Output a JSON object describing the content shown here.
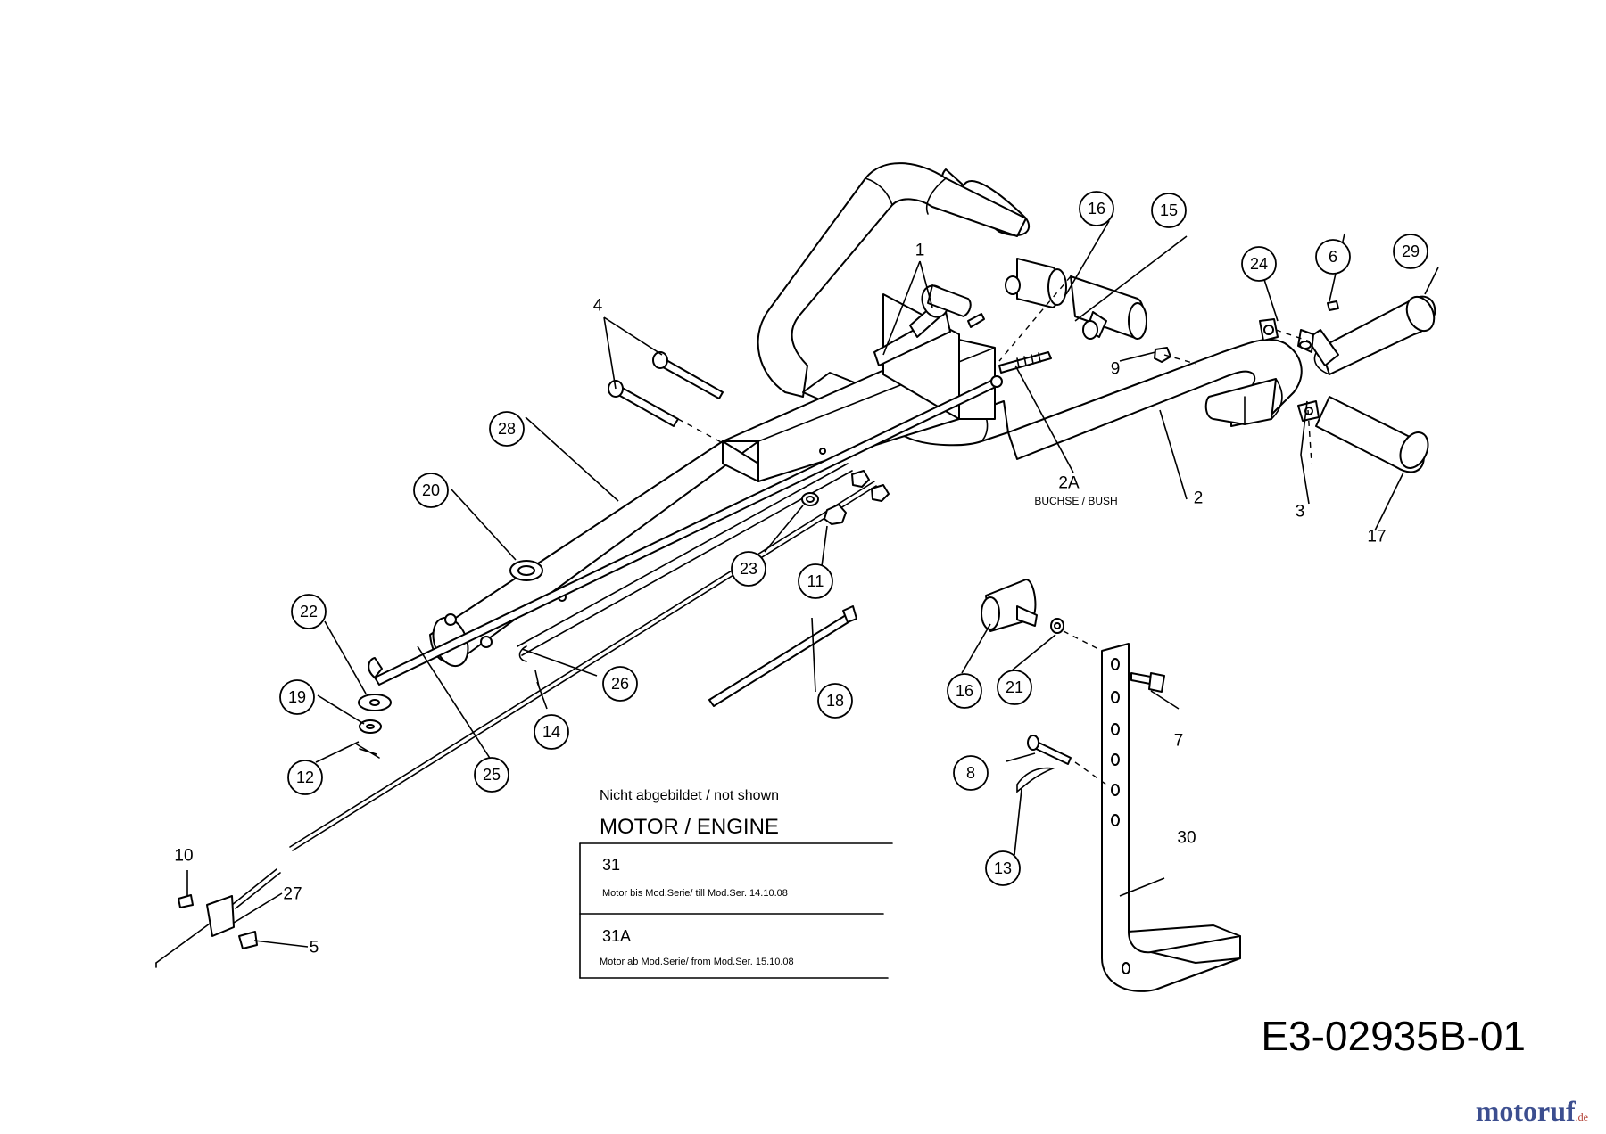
{
  "callouts": [
    {
      "id": "c1",
      "label": "1",
      "circled": false
    },
    {
      "id": "c2",
      "label": "2",
      "circled": false
    },
    {
      "id": "c2a",
      "label": "2A",
      "circled": false
    },
    {
      "id": "c3",
      "label": "3",
      "circled": false
    },
    {
      "id": "c4",
      "label": "4",
      "circled": false
    },
    {
      "id": "c5",
      "label": "5",
      "circled": false
    },
    {
      "id": "c6",
      "label": "6",
      "circled": true
    },
    {
      "id": "c7",
      "label": "7",
      "circled": false
    },
    {
      "id": "c8",
      "label": "8",
      "circled": true
    },
    {
      "id": "c9",
      "label": "9",
      "circled": false
    },
    {
      "id": "c10",
      "label": "10",
      "circled": false
    },
    {
      "id": "c11",
      "label": "11",
      "circled": true
    },
    {
      "id": "c12",
      "label": "12",
      "circled": true
    },
    {
      "id": "c13",
      "label": "13",
      "circled": true
    },
    {
      "id": "c14",
      "label": "14",
      "circled": true
    },
    {
      "id": "c15",
      "label": "15",
      "circled": true
    },
    {
      "id": "c16a",
      "label": "16",
      "circled": true
    },
    {
      "id": "c16b",
      "label": "16",
      "circled": true
    },
    {
      "id": "c17",
      "label": "17",
      "circled": false
    },
    {
      "id": "c18",
      "label": "18",
      "circled": true
    },
    {
      "id": "c19",
      "label": "19",
      "circled": true
    },
    {
      "id": "c20",
      "label": "20",
      "circled": true
    },
    {
      "id": "c21",
      "label": "21",
      "circled": true
    },
    {
      "id": "c22",
      "label": "22",
      "circled": true
    },
    {
      "id": "c23",
      "label": "23",
      "circled": true
    },
    {
      "id": "c24",
      "label": "24",
      "circled": true
    },
    {
      "id": "c25",
      "label": "25",
      "circled": true
    },
    {
      "id": "c26",
      "label": "26",
      "circled": true
    },
    {
      "id": "c27",
      "label": "27",
      "circled": false
    },
    {
      "id": "c28",
      "label": "28",
      "circled": true
    },
    {
      "id": "c29",
      "label": "29",
      "circled": true
    },
    {
      "id": "c30",
      "label": "30",
      "circled": false
    }
  ],
  "bush_note": "BUCHSE / BUSH",
  "not_shown": {
    "heading": "Nicht abgebildet / not shown",
    "group_title": "MOTOR / ENGINE",
    "rows": [
      {
        "code": "31",
        "description": "Motor bis Mod.Serie/ till Mod.Ser. 14.10.08"
      },
      {
        "code": "31A",
        "description": "Motor ab Mod.Serie/ from Mod.Ser. 15.10.08"
      }
    ]
  },
  "drawing_number": "E3-02935B-01",
  "logo": {
    "name": "motoruf",
    "tld": ".de"
  }
}
